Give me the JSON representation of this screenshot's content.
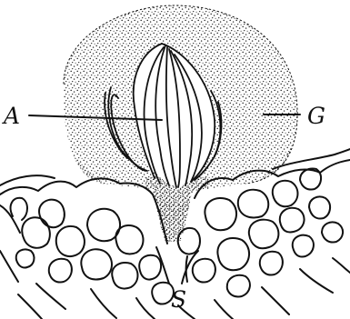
{
  "diagram": {
    "labels": {
      "a": "A",
      "g": "G",
      "s": "S"
    }
  }
}
